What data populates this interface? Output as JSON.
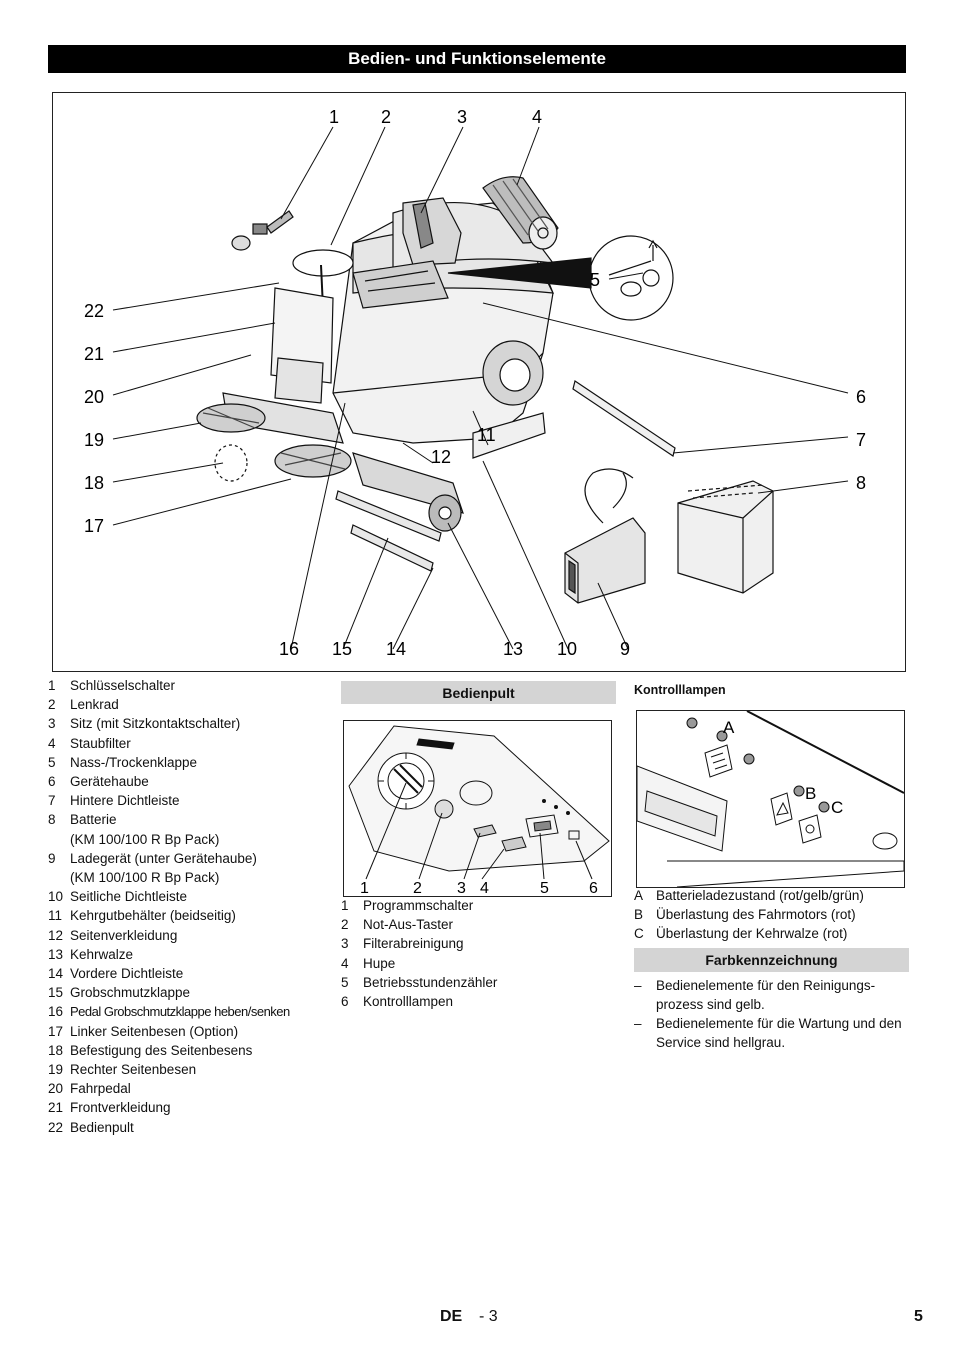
{
  "header": {
    "title": "Bedien- und Funktionselemente"
  },
  "figure_main": {
    "callouts": [
      "1",
      "2",
      "3",
      "4",
      "5",
      "6",
      "7",
      "8",
      "9",
      "10",
      "11",
      "12",
      "13",
      "14",
      "15",
      "16",
      "17",
      "18",
      "19",
      "20",
      "21",
      "22"
    ]
  },
  "legend_main": {
    "items": [
      {
        "num": "1",
        "text": "Schlüsselschalter"
      },
      {
        "num": "2",
        "text": "Lenkrad"
      },
      {
        "num": "3",
        "text": "Sitz (mit Sitzkontaktschalter)"
      },
      {
        "num": "4",
        "text": "Staubfilter"
      },
      {
        "num": "5",
        "text": "Nass-/Trockenklappe"
      },
      {
        "num": "6",
        "text": "Gerätehaube"
      },
      {
        "num": "7",
        "text": "Hintere Dichtleiste"
      },
      {
        "num": "8",
        "text": "Batterie",
        "cont": "(KM 100/100 R Bp Pack)"
      },
      {
        "num": "9",
        "text": "Ladegerät (unter Gerätehaube)",
        "cont": "(KM 100/100 R Bp Pack)"
      },
      {
        "num": "10",
        "text": "Seitliche Dichtleiste"
      },
      {
        "num": "11",
        "text": "Kehrgutbehälter (beidseitig)"
      },
      {
        "num": "12",
        "text": "Seitenverkleidung"
      },
      {
        "num": "13",
        "text": "Kehrwalze"
      },
      {
        "num": "14",
        "text": "Vordere Dichtleiste"
      },
      {
        "num": "15",
        "text": "Grobschmutzklappe"
      },
      {
        "num": "16",
        "text": "Pedal Grobschmutzklappe heben/senken"
      },
      {
        "num": "17",
        "text": "Linker Seitenbesen (Option)"
      },
      {
        "num": "18",
        "text": "Befestigung des Seitenbesens"
      },
      {
        "num": "19",
        "text": "Rechter Seitenbesen"
      },
      {
        "num": "20",
        "text": "Fahrpedal"
      },
      {
        "num": "21",
        "text": "Frontverkleidung"
      },
      {
        "num": "22",
        "text": "Bedienpult"
      }
    ]
  },
  "bedienpult": {
    "heading": "Bedienpult",
    "callouts": [
      "1",
      "2",
      "3",
      "4",
      "5",
      "6"
    ],
    "items": [
      {
        "num": "1",
        "text": "Programmschalter"
      },
      {
        "num": "2",
        "text": "Not-Aus-Taster"
      },
      {
        "num": "3",
        "text": "Filterabreinigung"
      },
      {
        "num": "4",
        "text": "Hupe"
      },
      {
        "num": "5",
        "text": "Betriebsstundenzähler"
      },
      {
        "num": "6",
        "text": "Kontrolllampen"
      }
    ]
  },
  "kontrolllampen": {
    "heading": "Kontrolllampen",
    "callouts": [
      "A",
      "B",
      "C"
    ],
    "items": [
      {
        "num": "A",
        "text": "Batterieladezustand (rot/gelb/grün)"
      },
      {
        "num": "B",
        "text": "Überlastung des Fahrmotors (rot)"
      },
      {
        "num": "C",
        "text": "Überlastung der Kehrwalze (rot)"
      }
    ]
  },
  "farbkennzeichnung": {
    "heading": "Farbkennzeichnung",
    "items": [
      {
        "dash": "–",
        "text": "Bedienelemente für den Reinigungs-prozess sind gelb."
      },
      {
        "dash": "–",
        "text": "Bedienelemente für die Wartung und den Service sind hellgrau."
      }
    ]
  },
  "footer": {
    "lang": "DE",
    "section": "- 3",
    "page": "5"
  }
}
